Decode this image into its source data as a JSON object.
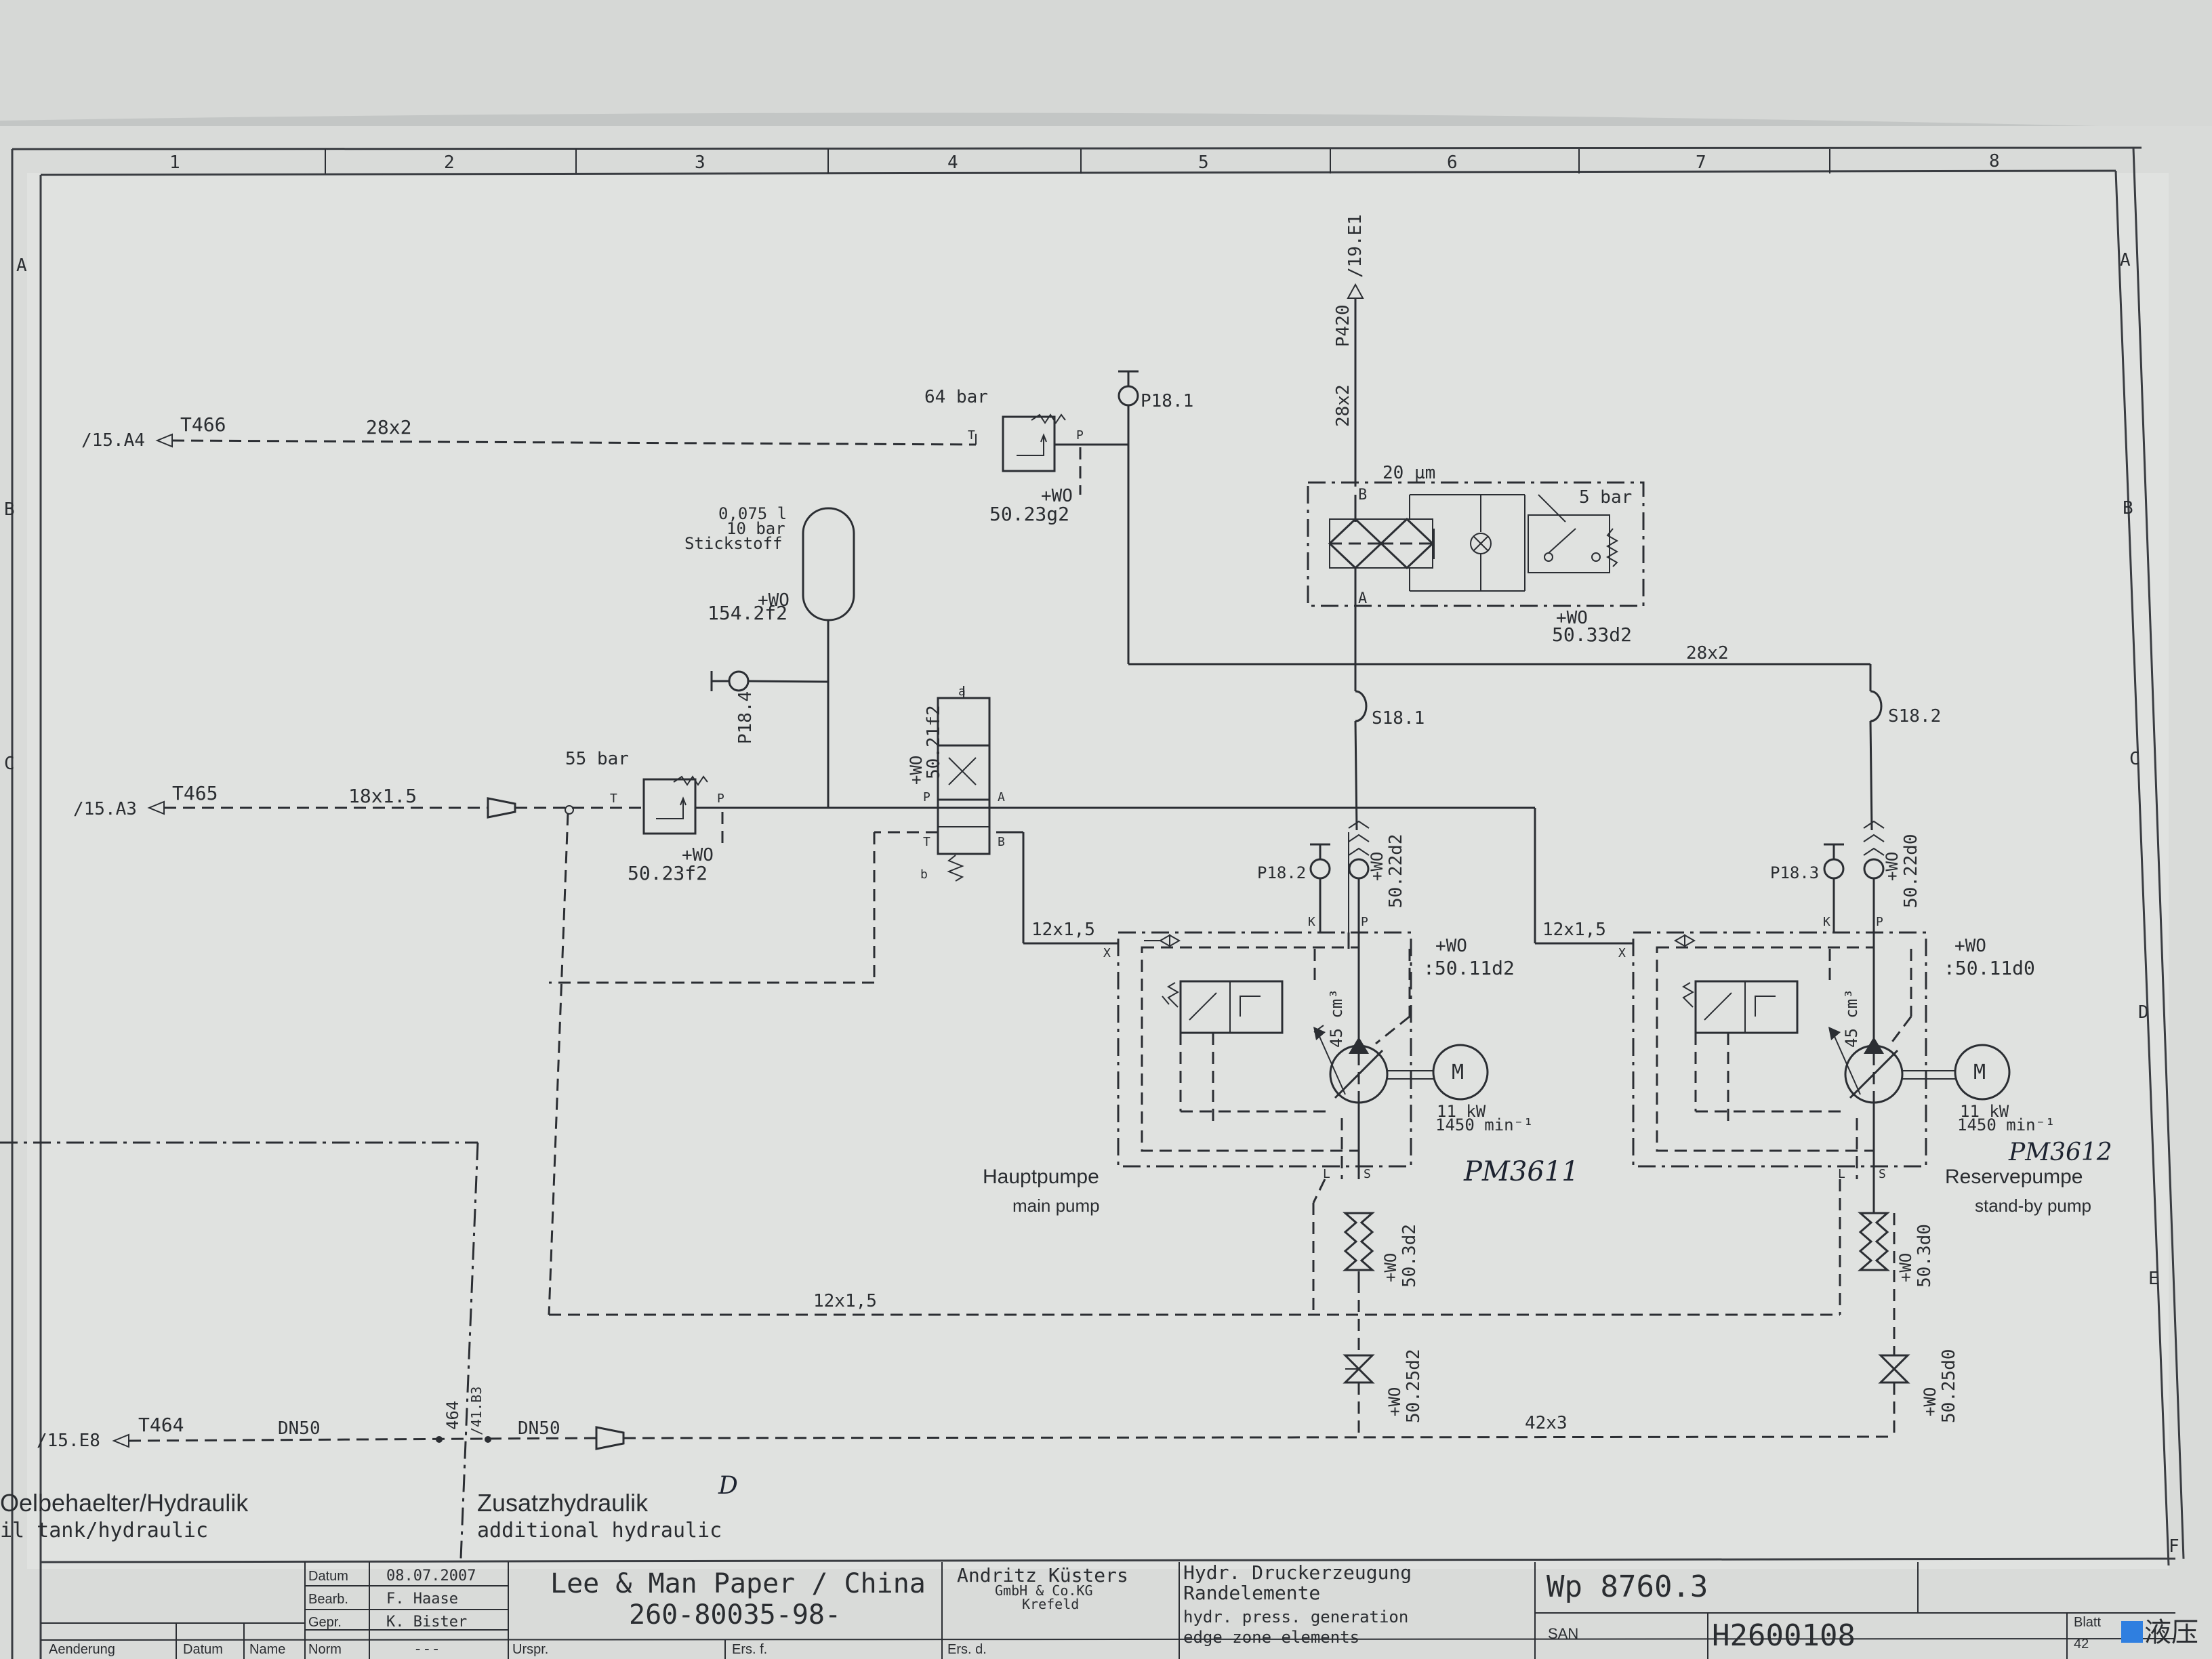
{
  "grid": {
    "columns": [
      "1",
      "2",
      "3",
      "4",
      "5",
      "6",
      "7",
      "8"
    ],
    "rows": [
      "A",
      "B",
      "C",
      "D",
      "E",
      "F"
    ]
  },
  "connections": {
    "t466": {
      "ref": "/15.A4",
      "tag": "T466",
      "pipe": "28x2"
    },
    "t465": {
      "ref": "/15.A3",
      "tag": "T465",
      "pipe": "18x1.5"
    },
    "t464": {
      "ref": "/15.E8",
      "tag": "T464",
      "pipe": "DN50",
      "pipe2": "DN50"
    },
    "p420": {
      "ref": "/19.E1",
      "tag": "P420",
      "pipe": "28x2"
    },
    "junction": {
      "tag": "464",
      "ref": "/41.B3"
    }
  },
  "components": {
    "relief_64": {
      "setting": "64 bar",
      "tag_wo": "+WO",
      "tag": "50.23g2",
      "port_t": "T",
      "port_p": "P"
    },
    "relief_55": {
      "setting": "55 bar",
      "tag_wo": "+WO",
      "tag": "50.23f2",
      "port_t": "T",
      "port_p": "P"
    },
    "accumulator": {
      "volume": "0,075 l",
      "pressure": "10 bar",
      "gas": "Stickstoff",
      "tag_wo": "+WO",
      "tag": "154.2f2"
    },
    "gauges": {
      "p181": "P18.1",
      "p182": "P18.2",
      "p183": "P18.3",
      "p184": "P18.4"
    },
    "filter": {
      "mesh": "20 µm",
      "switch": "5 bar",
      "tag_wo": "+WO",
      "tag": "50.33d2",
      "port_b": "B",
      "port_a": "A"
    },
    "hoses": {
      "s181": "S18.1",
      "s182": "S18.2"
    },
    "valve": {
      "tag_wo": "+WO",
      "tag": "50.21f2",
      "port_a": "A",
      "port_b": "B",
      "port_p": "P",
      "port_t": "T",
      "sol_a": "a",
      "sol_b": "b"
    },
    "check1": {
      "tag_wo": "+WO",
      "tag": "50.22d2"
    },
    "check2": {
      "tag_wo": "+WO",
      "tag": "50.22d0"
    },
    "main_pump": {
      "tag_wo": "+WO",
      "tag": ":50.11d2",
      "displacement": "45 cm³",
      "motor": "M",
      "power": "11 kW",
      "speed": "1450 min⁻¹",
      "name_de": "Hauptpumpe",
      "name_en": "main pump",
      "handwritten": "PM3611",
      "port_x": "X",
      "port_k": "K",
      "port_p": "P",
      "port_l": "L",
      "port_s": "S"
    },
    "standby_pump": {
      "tag_wo": "+WO",
      "tag": ":50.11d0",
      "displacement": "45 cm³",
      "motor": "M",
      "power": "11 kW",
      "speed": "1450 min⁻¹",
      "name_de": "Reservepumpe",
      "name_en": "stand-by pump",
      "handwritten": "PM3612",
      "port_x": "X",
      "port_k": "K",
      "port_p": "P",
      "port_l": "L",
      "port_s": "S"
    },
    "comp1": {
      "tag_wo": "+WO",
      "tag": "50.3d2"
    },
    "comp2": {
      "tag_wo": "+WO",
      "tag": "50.3d0"
    },
    "ball1": {
      "tag_wo": "+WO",
      "tag": "50.25d2"
    },
    "ball2": {
      "tag_wo": "+WO",
      "tag": "50.25d0"
    },
    "pipes": {
      "p1": "12x1,5",
      "p2": "12x1,5",
      "p3": "12x1,5",
      "p4": "28x2",
      "p5": "42x3"
    }
  },
  "areas": {
    "left_de": "Oelbehaelter/Hydraulik",
    "left_en": "il tank/hydraulic",
    "right_de": "Zusatzhydraulik",
    "right_en": "additional hydraulic",
    "mark": "D"
  },
  "title_block": {
    "row_labels": [
      "Datum",
      "Bearb.",
      "Gepr.",
      "Norm"
    ],
    "row_values": [
      "08.07.2007",
      "F. Haase",
      "K. Bister",
      "---"
    ],
    "bottom_labels": [
      "Aenderung",
      "Datum",
      "Name",
      "Urspr.",
      "Ers. f.",
      "Ers. d."
    ],
    "project": "Lee & Man Paper / China",
    "doc_no": "260-80035-98-",
    "company": "Andritz Küsters",
    "company_sub": "GmbH & Co.KG",
    "company_city": "Krefeld",
    "title_de1": "Hydr. Druckerzeugung",
    "title_de2": "Randelemente",
    "title_en1": "hydr. press. generation",
    "title_en2": "edge zone elements",
    "wp": "Wp 8760.3",
    "san_label": "SAN",
    "san": "H2600108",
    "blatt_label": "Blatt",
    "blatt": "42"
  },
  "watermark": "液压"
}
